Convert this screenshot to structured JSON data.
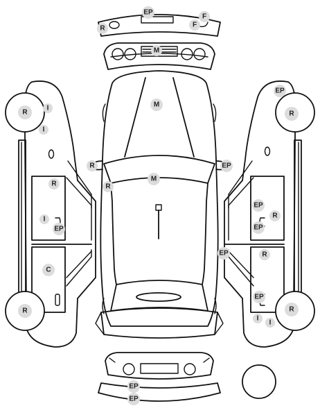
{
  "marker_style": {
    "fill": "#dcdcdc",
    "text_color": "#222222"
  },
  "marks": {
    "front_bumper_ep": "EP",
    "front_bumper_f1": "F",
    "front_bumper_f2": "F",
    "front_bumper_r": "R",
    "grille_m": "M",
    "hood_m": "M",
    "roof_m": "M",
    "left_mirror_r": "R",
    "right_mirror_ep": "EP",
    "windshield_left_r": "R",
    "left_front_wheel_r": "R",
    "left_front_wheel_i1": "I",
    "left_front_wheel_i2": "I",
    "left_front_door_r": "R",
    "left_front_door_i": "I",
    "left_front_door_ep": "EP",
    "left_rear_door_c": "C",
    "left_rear_wheel_r": "R",
    "right_fender_ep": "EP",
    "right_front_wheel_r": "R",
    "right_front_door_ep1": "EP",
    "right_front_door_r": "R",
    "right_front_door_ep2": "EP",
    "right_bpillar_ep": "EP",
    "right_rear_door_r": "R",
    "right_rear_quarter_ep": "EP",
    "right_rear_wheel_r": "R",
    "right_rear_wheel_i1": "I",
    "right_rear_wheel_i2": "I",
    "rear_bumper_ep1": "EP",
    "rear_bumper_ep2": "EP"
  }
}
